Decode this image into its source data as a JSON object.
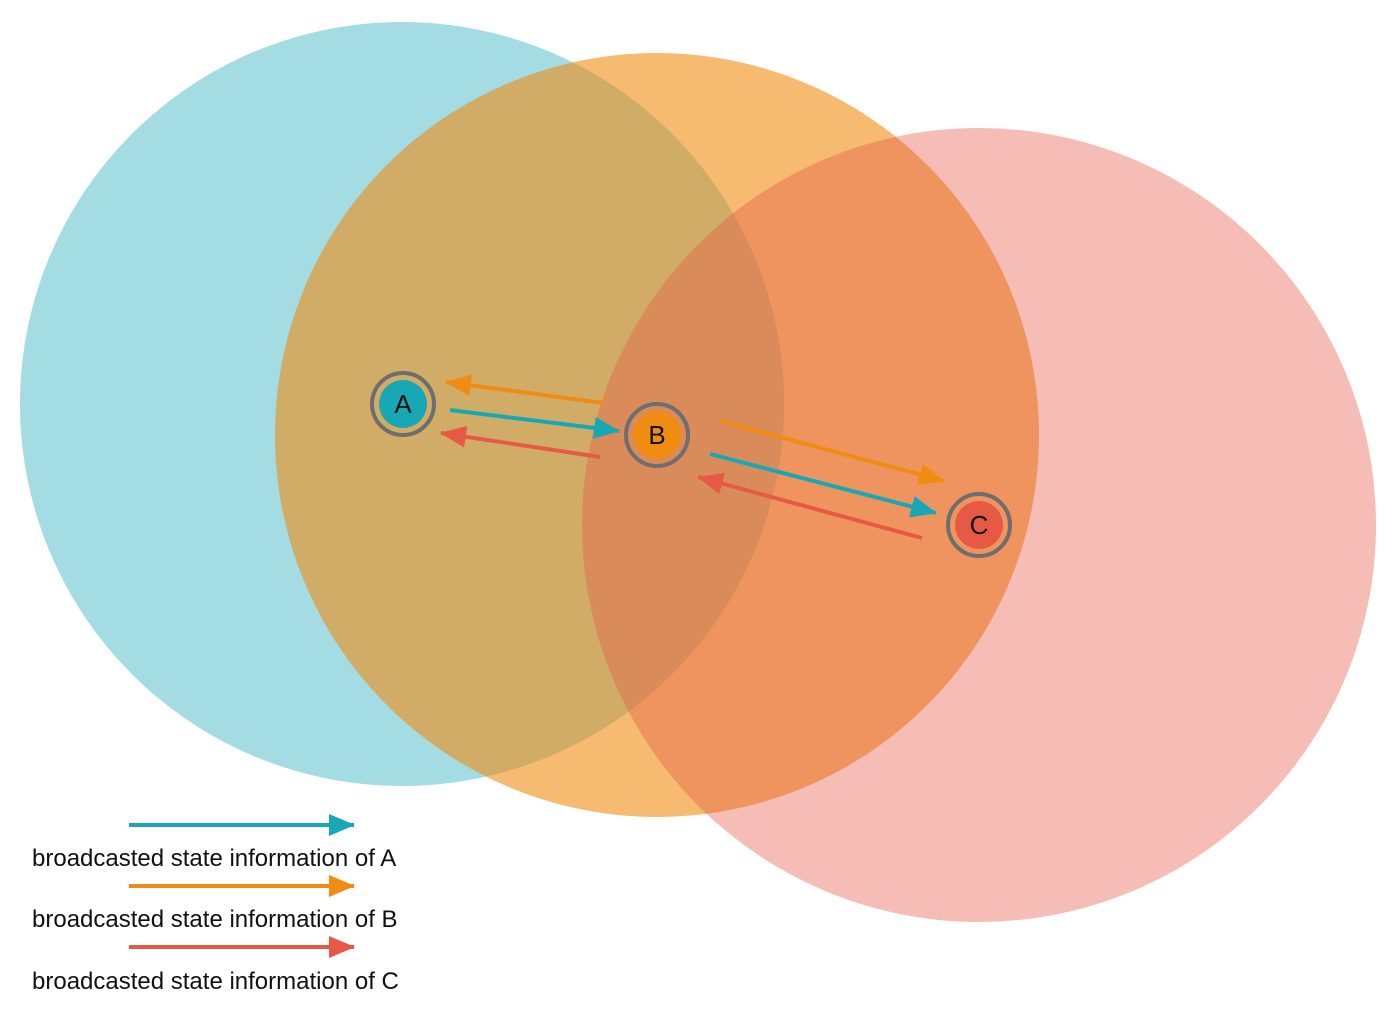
{
  "colors": {
    "a": "#18a8b5",
    "b": "#f08c12",
    "c": "#e65a45",
    "node_ring": "#6e6e6e",
    "range_a": "#a3dce3",
    "range_b": "#f6cd97",
    "range_c": "#f2a59c"
  },
  "nodes": {
    "a": {
      "label": "A"
    },
    "b": {
      "label": "B"
    },
    "c": {
      "label": "C"
    }
  },
  "legend": [
    {
      "node": "a",
      "label": "broadcasted state information of A"
    },
    {
      "node": "b",
      "label": "broadcasted state information of B"
    },
    {
      "node": "c",
      "label": "broadcasted state information of C"
    }
  ]
}
